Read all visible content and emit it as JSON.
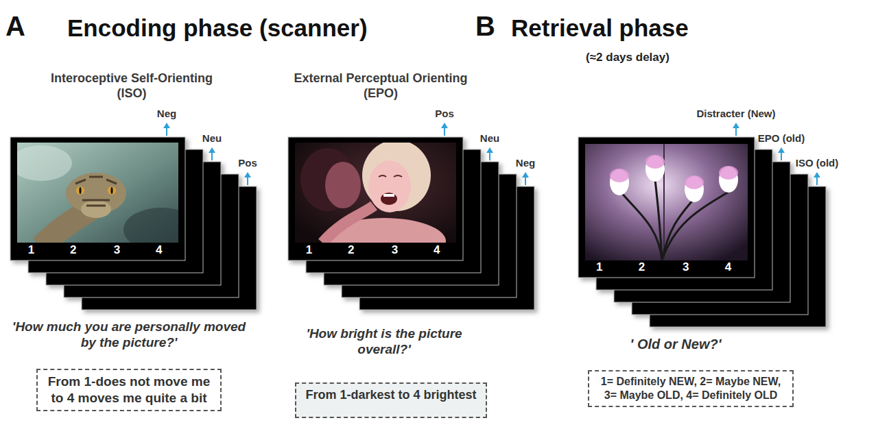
{
  "diagram": {
    "nodes": [
      {
        "text": [
          "1",
          "2",
          "3",
          "4"
        ]
      },
      {
        "text": [
          "1",
          "2",
          "3",
          "4"
        ]
      },
      {
        "text": [
          "1",
          "2",
          "3",
          "4"
        ]
      },
      {
        "text": [
          "From 1-does not move me to 4 moves me quite a bit"
        ]
      },
      {
        "text": [
          "From 1-darkest to 4 brightest"
        ]
      },
      {
        "text": [
          "1= Definitely NEW, 2= Maybe NEW, 3= Maybe OLD, 4= Definitely OLD"
        ]
      }
    ],
    "labels": [
      "A",
      "Encoding phase (scanner)",
      "B",
      "Retrieval phase",
      "(≈2 days delay)",
      "Interoceptive Self-Orienting (ISO)",
      "Neg",
      "Neu",
      "Pos",
      "External Perceptual Orienting (EPO)",
      "Pos",
      "Neu",
      "Neg",
      "Distracter (New)",
      "EPO (old)",
      "ISO (old)",
      "'How much you are personally moved by the picture?'",
      "'How bright is the picture overall?'",
      "' Old or New?'"
    ]
  }
}
